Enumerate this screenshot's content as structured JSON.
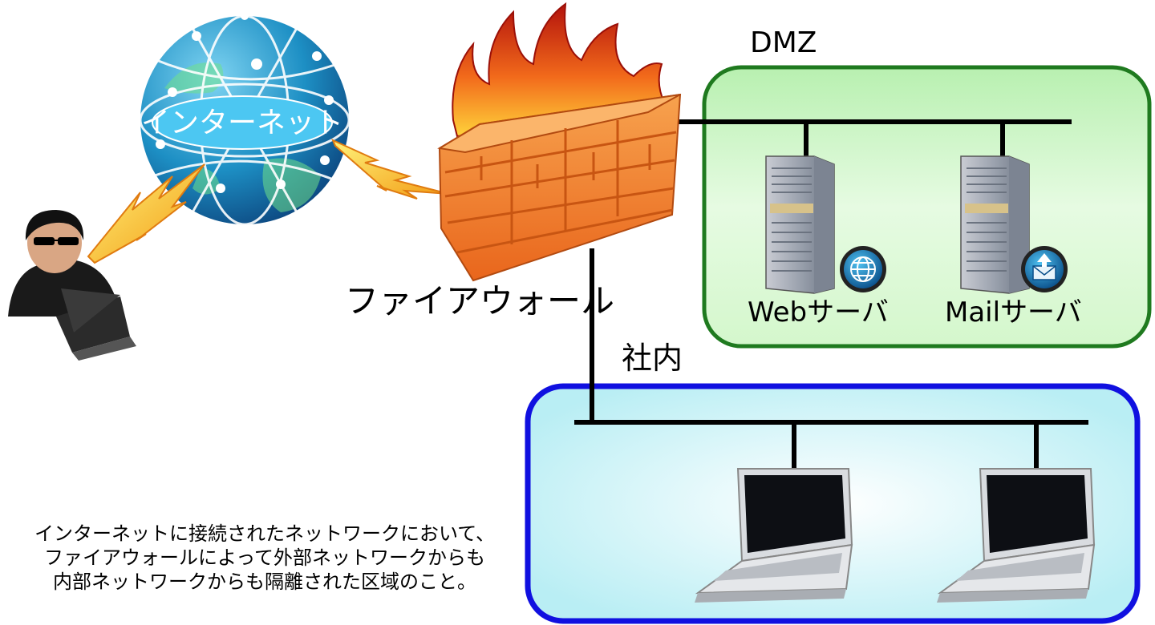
{
  "labels": {
    "internet": "インターネット",
    "firewall": "ファイアウォール",
    "dmz": "DMZ",
    "corporate": "社内",
    "web_server": "Webサーバ",
    "mail_server": "Mailサーバ"
  },
  "description": [
    "インターネットに接続されたネットワークにおいて、",
    "ファイアウォールによって外部ネットワークからも",
    "内部ネットワークからも隔離された区域のこと。"
  ],
  "colors": {
    "dmz_border": "#1f7a1f",
    "dmz_fill": "#ccf5c4",
    "corporate_border": "#1010e0",
    "corporate_fill": "#c4f3f6",
    "network_line": "#000000",
    "brick": "#ef7d2a",
    "globe": "#1d8fc4"
  },
  "icons": [
    "globe-icon",
    "hacker-icon",
    "lightning-icon",
    "firewall-icon",
    "server-icon",
    "web-globe-badge-icon",
    "mail-badge-icon",
    "laptop-icon"
  ]
}
